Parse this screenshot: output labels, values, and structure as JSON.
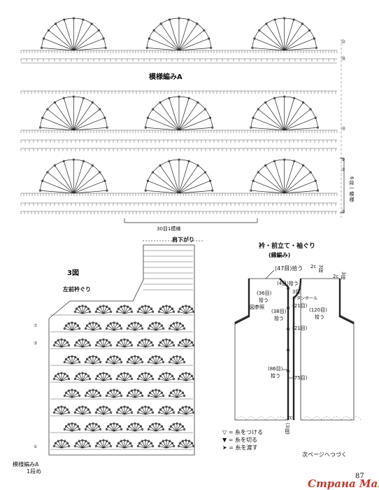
{
  "pattern_a": {
    "title": "模様編みA",
    "repeat_label": "30目1模様",
    "rows_repeat_label": "6段一模様",
    "row_numbers": [
      "㉒",
      "⑳",
      "⑱",
      "⑥",
      "⑤",
      "①"
    ]
  },
  "figure3": {
    "number_label": "3図",
    "caption": "左前衿ぐり",
    "shoulder_label": "肩下がり",
    "row_numbers": [
      "⑦",
      "⑤",
      "①"
    ],
    "start_label": "模様編みA",
    "start_row": "1段め"
  },
  "edging": {
    "title": "衿・前立て・袖ぐり",
    "subtitle": "(縁編み)",
    "labels": [
      {
        "id": "collar",
        "text": "(47目)拾う"
      },
      {
        "id": "front_top",
        "text": "(4目)拾う"
      },
      {
        "id": "neck",
        "text": "(36目)"
      },
      {
        "id": "neck_pick",
        "text": "拾う"
      },
      {
        "id": "buttonhole_count",
        "text": "3目"
      },
      {
        "id": "buttonhole",
        "text": "ボタンホール"
      },
      {
        "id": "see_fig",
        "text": "図参照"
      },
      {
        "id": "st21a",
        "text": "(21目)"
      },
      {
        "id": "st38",
        "text": "(38目)"
      },
      {
        "id": "st38_pick",
        "text": "拾う"
      },
      {
        "id": "st21b",
        "text": "(21目)"
      },
      {
        "id": "st86",
        "text": "(86目)"
      },
      {
        "id": "st86_pick",
        "text": "拾う"
      },
      {
        "id": "st75",
        "text": "(75目)"
      },
      {
        "id": "st120",
        "text": "(120目)"
      },
      {
        "id": "st120_pick",
        "text": "拾う"
      },
      {
        "id": "rows_top_a",
        "text": "2c"
      },
      {
        "id": "rows_top_b",
        "text": "3段"
      },
      {
        "id": "rows_right_a",
        "text": "2c"
      },
      {
        "id": "rows_right_b",
        "text": "3段"
      },
      {
        "id": "rows_bottom_a",
        "text": "2c"
      },
      {
        "id": "rows_bottom_b",
        "text": "(3段)"
      }
    ],
    "legend": [
      {
        "symbol": "▽",
        "text": "= 糸をつける"
      },
      {
        "symbol": "▼",
        "text": "= 糸を切る"
      },
      {
        "symbol": "➤",
        "text": "= 糸を渡す"
      }
    ]
  },
  "footer": {
    "next_page": "次ページへつづく",
    "page_number": "87"
  },
  "watermark": "Страна Мам",
  "colors": {
    "ink": "#222222",
    "watermark": "#c0392b"
  }
}
